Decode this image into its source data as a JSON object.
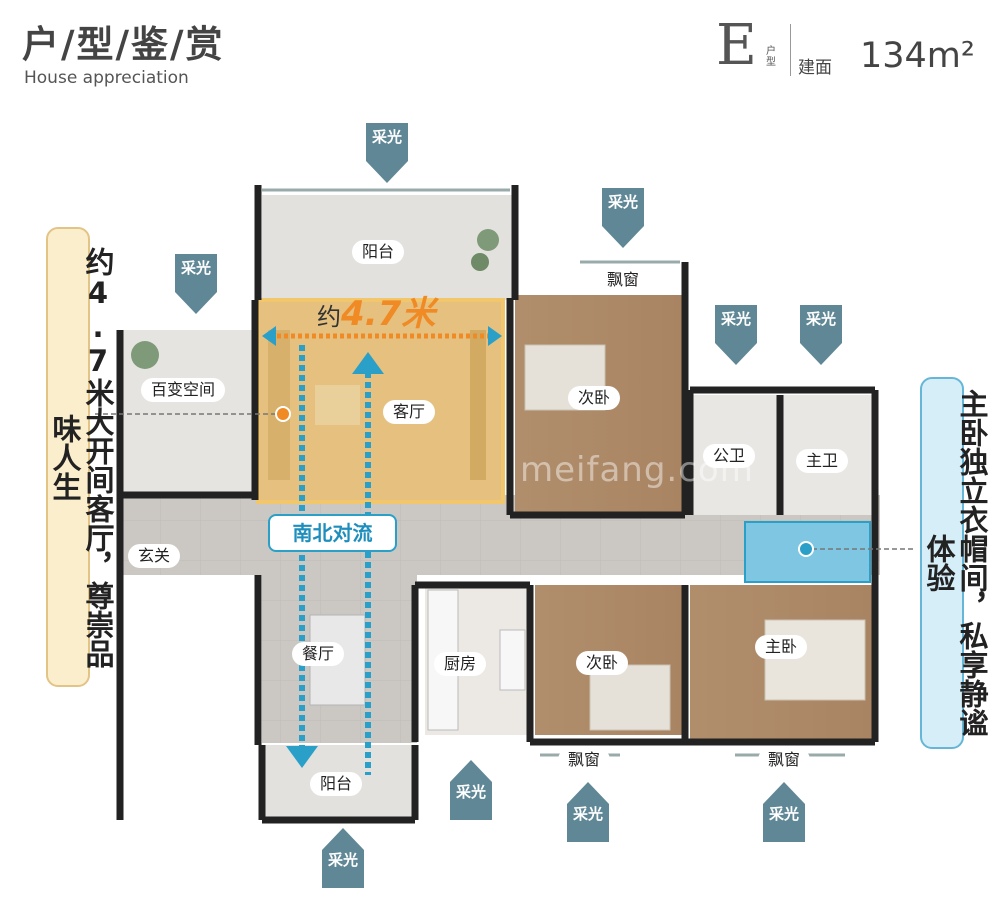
{
  "header": {
    "title": "户/型/鉴/赏",
    "subtitle": "House appreciation",
    "unit_letter": "E",
    "unit_small": "户型",
    "area_label": "建面",
    "area_value": "134m²"
  },
  "rooms": {
    "balcony_top": "阳台",
    "bay_window_1": "飘窗",
    "flex_space": "百变空间",
    "living_room": "客厅",
    "bedroom_2": "次卧",
    "public_bath": "公卫",
    "master_bath": "主卫",
    "entrance": "玄关",
    "dining": "餐厅",
    "kitchen": "厨房",
    "bedroom_3": "次卧",
    "master_bedroom": "主卧",
    "balcony_bottom": "阳台",
    "bay_window_2": "飘窗",
    "bay_window_3": "飘窗"
  },
  "annotations": {
    "width_prefix": "约",
    "width_value": "4.7米",
    "flow": "南北对流",
    "left_callout": "约4.7米大开间客厅，尊崇品味人生",
    "right_callout": "主卧独立衣帽间，私享静谧体验",
    "watermark": "meifang.com"
  },
  "daylight": {
    "label": "采光",
    "color": "#5f8796"
  },
  "colors": {
    "wall": "#222222",
    "floor_gray": "#c9c6c2",
    "wood": "#b08a66",
    "living_highlight": "#f2c76c",
    "accent_blue": "#2aa0c9",
    "accent_orange": "#f08a24"
  }
}
